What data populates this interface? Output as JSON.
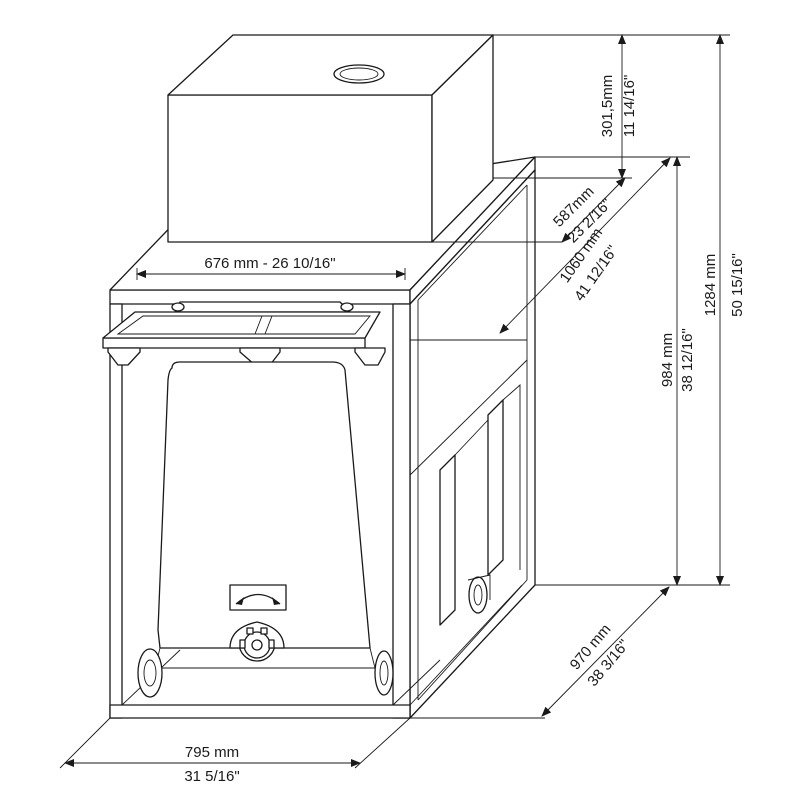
{
  "dimensions": {
    "top_width": "676 mm - 26 10/16\"",
    "box_height_mm": "301,5mm",
    "box_height_in": "11 14/16\"",
    "box_depth_mm": "587mm",
    "box_depth_in": "23 2/16\"",
    "diagonal_mm": "1060 mm",
    "diagonal_in": "41 12/16\"",
    "frame_height_mm": "984 mm",
    "frame_height_in": "38 12/16\"",
    "total_height_mm": "1284 mm",
    "total_height_in": "50 15/16\"",
    "depth_mm": "970 mm",
    "depth_in": "38 3/16\"",
    "width_mm": "795 mm",
    "width_in": "31 5/16\""
  }
}
